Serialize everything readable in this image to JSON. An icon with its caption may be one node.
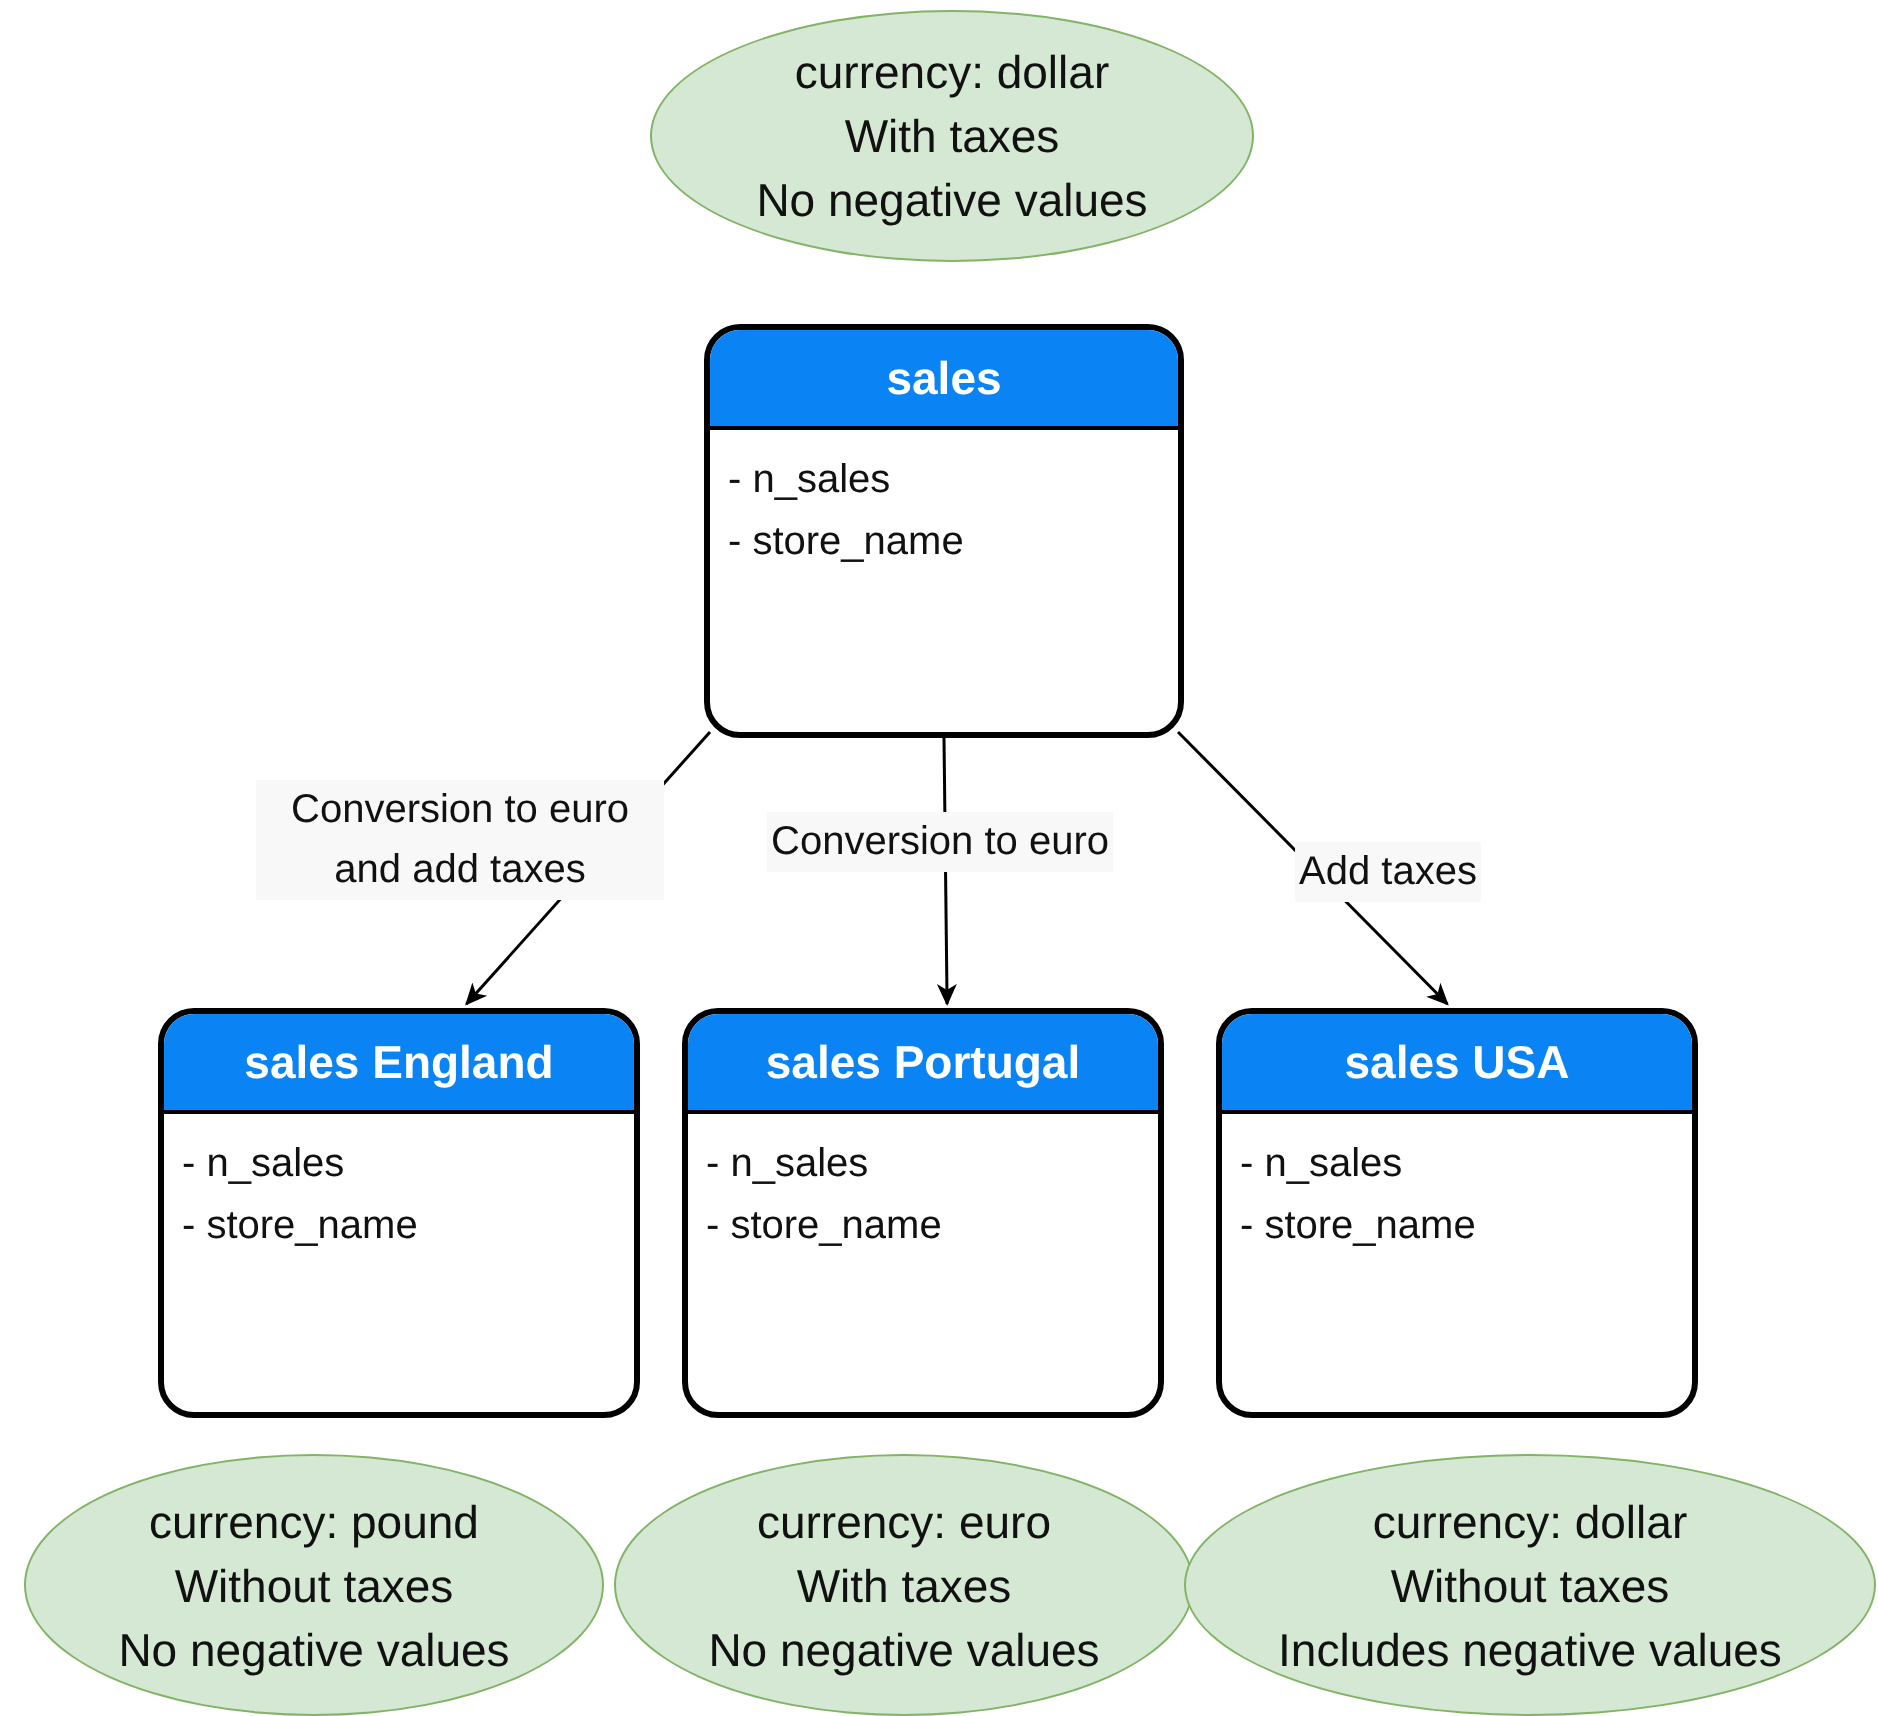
{
  "diagram": {
    "nodes": [
      {
        "text": [
          "currency: dollar",
          "With taxes",
          "No negative values"
        ]
      },
      {
        "text": [
          "sales",
          "- n_sales",
          "- store_name"
        ]
      },
      {
        "text": [
          "sales England",
          "- n_sales",
          "- store_name"
        ]
      },
      {
        "text": [
          "sales Portugal",
          "- n_sales",
          "- store_name"
        ]
      },
      {
        "text": [
          "sales USA",
          "- n_sales",
          "- store_name"
        ]
      },
      {
        "text": [
          "currency: pound",
          "Without taxes",
          "No negative values"
        ]
      },
      {
        "text": [
          "currency: euro",
          "With taxes",
          "No negative values"
        ]
      },
      {
        "text": [
          "currency: dollar",
          "Without taxes",
          "Includes negative values"
        ]
      }
    ],
    "edges": [
      {
        "from": 1,
        "to": 2,
        "arrow": "to",
        "label": "Conversion to euro and add taxes"
      },
      {
        "from": 1,
        "to": 3,
        "arrow": "to",
        "label": "Conversion to euro"
      },
      {
        "from": 1,
        "to": 4,
        "arrow": "to",
        "label": "Add taxes"
      }
    ]
  }
}
